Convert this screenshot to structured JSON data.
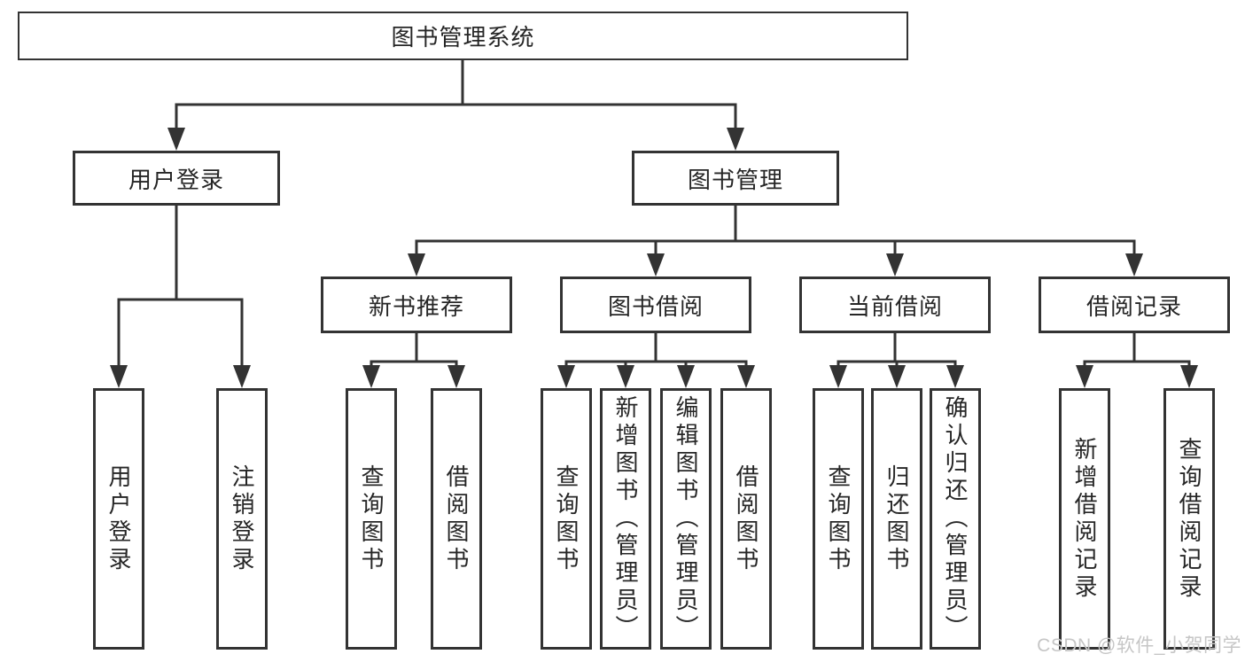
{
  "diagram": {
    "root": {
      "label": "图书管理系统"
    },
    "branches": [
      {
        "label": "用户登录",
        "children": [
          {
            "label": "用户登录"
          },
          {
            "label": "注销登录"
          }
        ]
      },
      {
        "label": "图书管理",
        "children": [
          {
            "label": "新书推荐",
            "children": [
              {
                "label": "查询图书"
              },
              {
                "label": "借阅图书"
              }
            ]
          },
          {
            "label": "图书借阅",
            "children": [
              {
                "label": "查询图书"
              },
              {
                "label": "新增图书（管理员）"
              },
              {
                "label": "编辑图书（管理员）"
              },
              {
                "label": "借阅图书"
              }
            ]
          },
          {
            "label": "当前借阅",
            "children": [
              {
                "label": "查询图书"
              },
              {
                "label": "归还图书"
              },
              {
                "label": "确认归还（管理员）"
              }
            ]
          },
          {
            "label": "借阅记录",
            "children": [
              {
                "label": "新增借阅记录"
              },
              {
                "label": "查询借阅记录"
              }
            ]
          }
        ]
      }
    ]
  },
  "watermark": {
    "text": "CSDN @软件_小贺同学"
  },
  "colors": {
    "line": "#333333",
    "box_border": "#333333",
    "text": "#262626",
    "watermark": "#c6c6c6",
    "background": "#ffffff"
  }
}
